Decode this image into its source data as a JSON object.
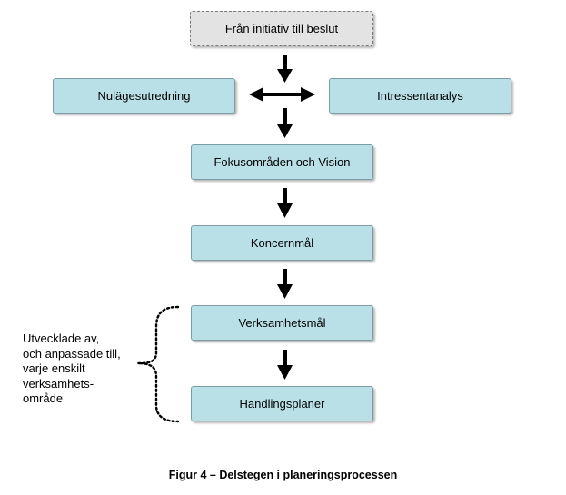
{
  "start_box": {
    "label": "Från initiativ till beslut"
  },
  "side_boxes": {
    "left": "Nulägesutredning",
    "right": "Intressentanalys"
  },
  "steps": [
    "Fokusområden och Vision",
    "Koncernmål",
    "Verksamhetsmål",
    "Handlingsplaner"
  ],
  "side_note": {
    "lines": [
      "Utvecklade av,",
      "och anpassade till,",
      "varje enskilt",
      "verksamhets-",
      "område"
    ]
  },
  "caption": "Figur 4 – Delstegen  i planeringsprocessen",
  "colors": {
    "box_fill": "#b8e0e6",
    "box_border": "#7a9da3",
    "start_fill": "#e3e3e3",
    "arrow": "#000000"
  }
}
